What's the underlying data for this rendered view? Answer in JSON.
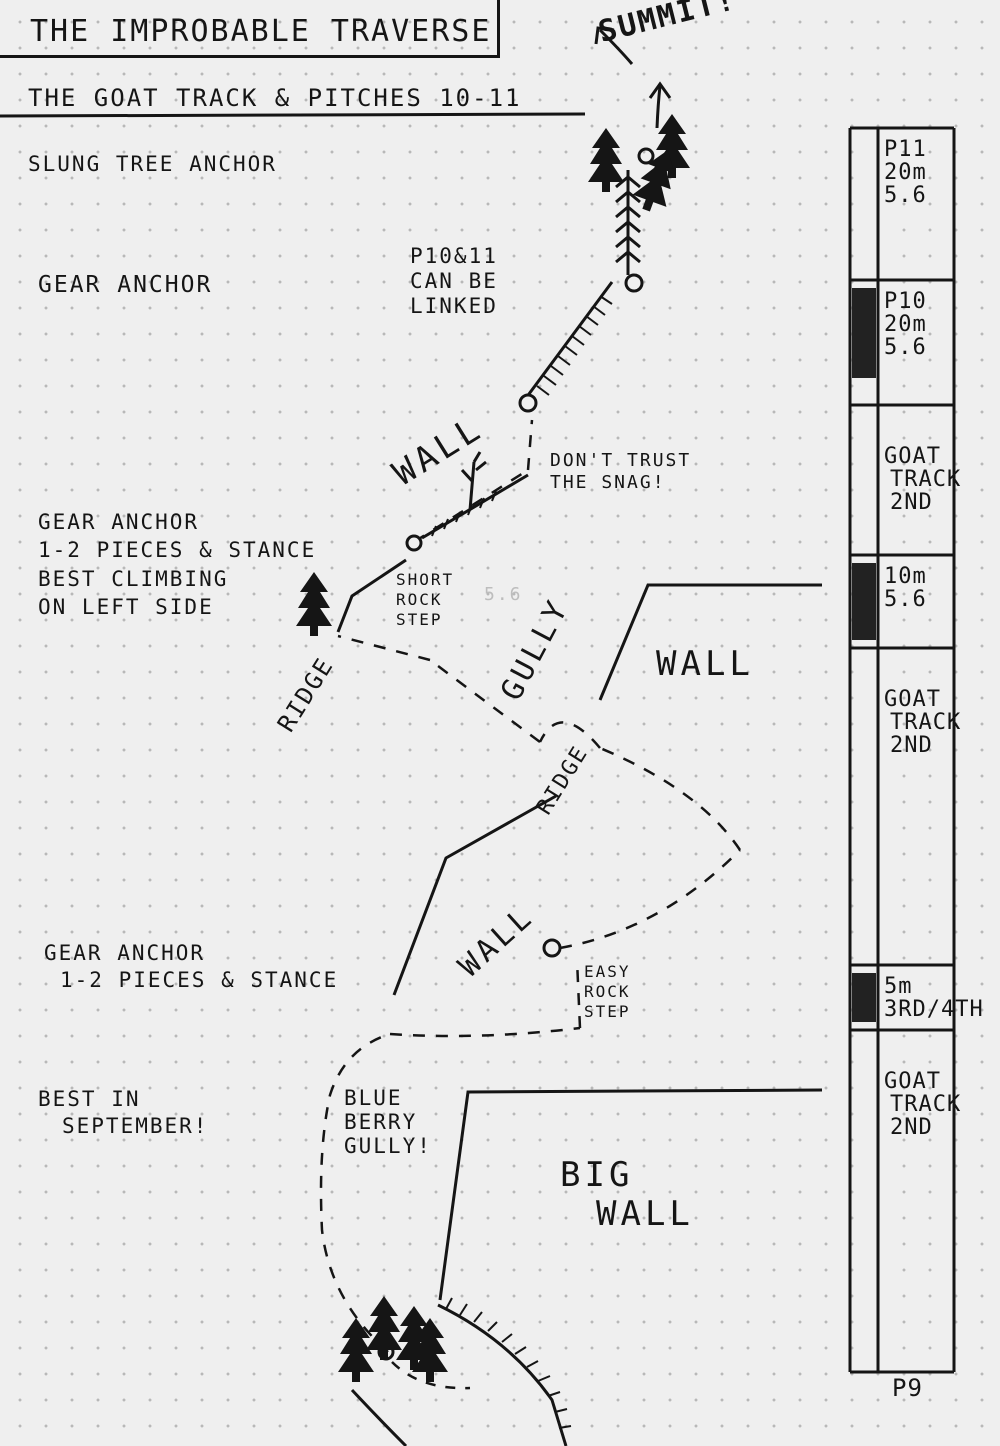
{
  "title": "THE IMPROBABLE TRAVERSE",
  "subtitle": "THE GOAT TRACK & PITCHES 10-11",
  "legend": {
    "sling": "SLUNG TREE ANCHOR",
    "gear": "GEAR ANCHOR"
  },
  "notes": {
    "linked": [
      "P10&11",
      "CAN BE",
      "LINKED"
    ],
    "summit": "SUMMIT!",
    "snag": [
      "DON'T TRUST",
      "THE SNAG!"
    ],
    "gear_anchor_1": [
      "GEAR ANCHOR",
      "1-2 PIECES & STANCE",
      "BEST CLIMBING",
      "ON LEFT SIDE"
    ],
    "short_step": [
      "SHORT",
      "ROCK",
      "STEP"
    ],
    "grade_faint": "5.6",
    "gear_anchor_2": [
      "GEAR ANCHOR",
      "1-2 PIECES & STANCE"
    ],
    "easy_step": [
      "EASY",
      "ROCK",
      "STEP"
    ],
    "season": [
      "BEST IN",
      "SEPTEMBER!"
    ],
    "blueberry": [
      "BLUE",
      "BERRY",
      "GULLY!"
    ]
  },
  "terrain": {
    "wall_upper": "WALL",
    "gully": "GULLY",
    "ridge_left": "RIDGE",
    "ridge_mid": "RIDGE",
    "wall_right": "WALL",
    "wall_lower": "WALL",
    "big_wall": [
      "BIG",
      "WALL"
    ]
  },
  "pitch_bar": {
    "segments": [
      {
        "id": "p11",
        "lines": [
          "P11",
          "20m",
          "5.6"
        ],
        "shaded": false
      },
      {
        "id": "p10",
        "lines": [
          "P10",
          "20m",
          "5.6"
        ],
        "shaded": true
      },
      {
        "id": "goat1",
        "lines": [
          "GOAT",
          "TRACK",
          "2ND"
        ],
        "shaded": false
      },
      {
        "id": "step10",
        "lines": [
          "10m",
          "5.6"
        ],
        "shaded": true
      },
      {
        "id": "goat2",
        "lines": [
          "GOAT",
          "TRACK",
          "2ND"
        ],
        "shaded": false
      },
      {
        "id": "step5",
        "lines": [
          "5m",
          "3RD/4TH"
        ],
        "shaded": true
      },
      {
        "id": "goat3",
        "lines": [
          "GOAT",
          "TRACK",
          "2ND"
        ],
        "shaded": false
      }
    ],
    "start_label": "P9"
  },
  "colors": {
    "ink": "#151515",
    "paper": "#efefef",
    "dot": "#b8b8b8"
  }
}
